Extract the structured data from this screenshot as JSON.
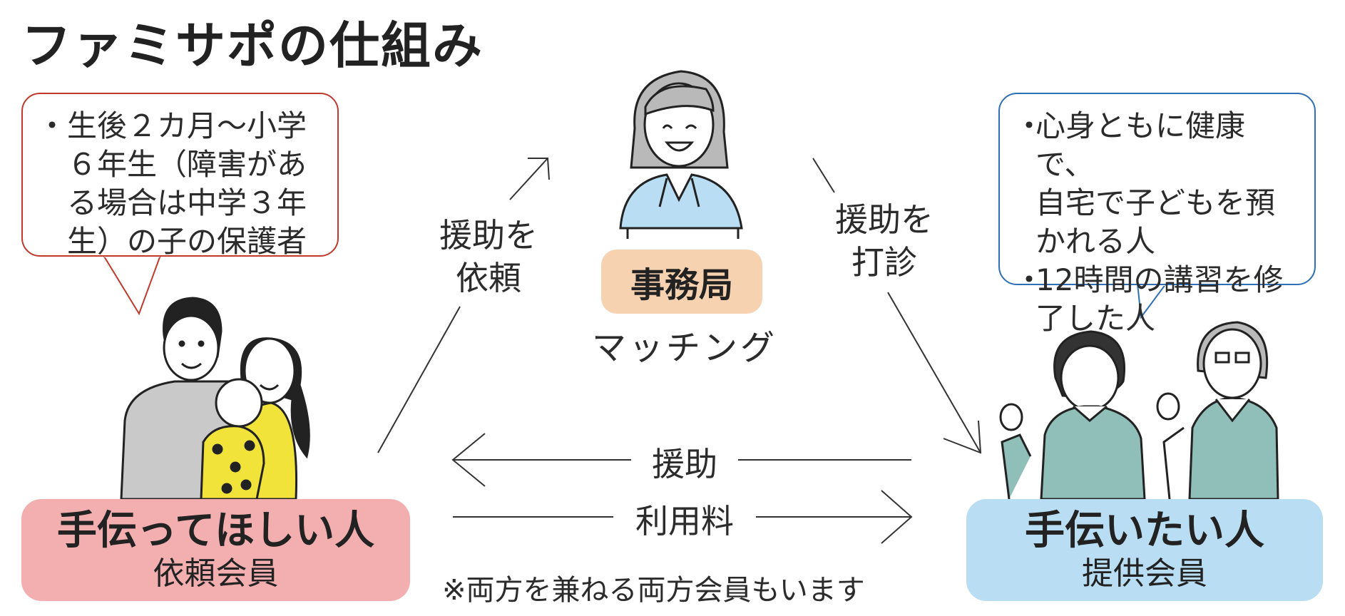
{
  "title": "ファミサポの仕組み",
  "requester_bubble": {
    "lines": [
      "・生後２カ月〜小学",
      "　６年生（障害があ",
      "　る場合は中学３年",
      "　生）の子の保護者"
    ]
  },
  "provider_bubble": {
    "items": [
      {
        "bullet": "・",
        "text": "心身ともに健康で、自宅で子どもを預かれる人"
      },
      {
        "bullet": "・",
        "text": "12時間の講習を修了した人"
      }
    ],
    "lines": [
      {
        "bullet": "・",
        "text": "心身ともに健康で、"
      },
      {
        "bullet": "",
        "text": "自宅で子どもを預"
      },
      {
        "bullet": "",
        "text": "かれる人"
      },
      {
        "bullet": "・",
        "text": "12時間の講習を修"
      },
      {
        "bullet": "",
        "text": "了した人"
      }
    ]
  },
  "hub": {
    "label": "事務局",
    "sublabel": "マッチング",
    "color": "#f7d2b0"
  },
  "arrows": {
    "request_line1": "援助を",
    "request_line2": "依頼",
    "sound_out_line1": "援助を",
    "sound_out_line2": "打診",
    "help": "援助",
    "fee": "利用料"
  },
  "requester": {
    "main": "手伝ってほしい人",
    "sub": "依頼会員",
    "color": "#f3aeb0"
  },
  "provider": {
    "main": "手伝いたい人",
    "sub": "提供会員",
    "color": "#b9def3"
  },
  "note": "※両方を兼ねる両方会員もいます"
}
